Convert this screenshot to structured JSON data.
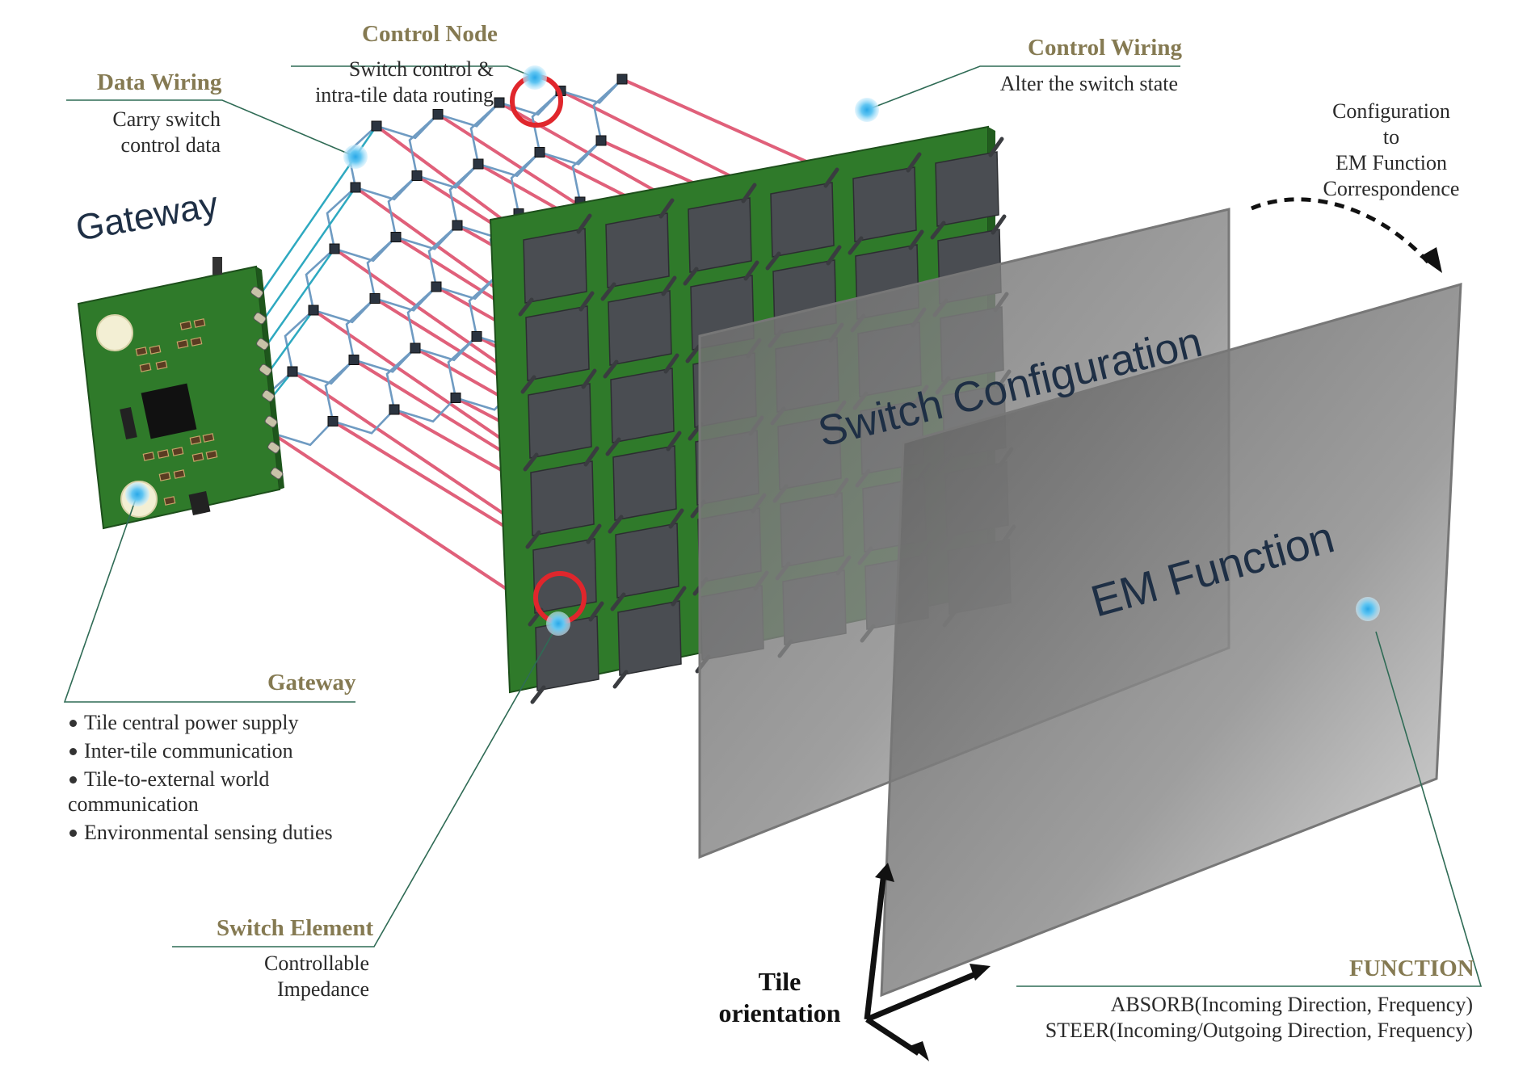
{
  "panel_labels": {
    "switch_configuration": "Switch Configuration",
    "em_function": "EM Function",
    "gateway_board": "Gateway"
  },
  "callouts": {
    "control_node": {
      "title": "Control Node",
      "lines": [
        "Switch control &",
        "intra-tile data routing"
      ]
    },
    "data_wiring": {
      "title": "Data Wiring",
      "lines": [
        "Carry switch",
        "control data"
      ]
    },
    "control_wiring": {
      "title": "Control Wiring",
      "lines": [
        "Alter the switch state"
      ]
    },
    "correspondence": {
      "lines": [
        "Configuration",
        "to",
        "EM Function",
        "Correspondence"
      ]
    },
    "gateway": {
      "title": "Gateway",
      "items": [
        "Tile central power supply",
        "Inter-tile communication",
        "Tile-to-external world",
        "Environmental sensing duties"
      ],
      "continuation": "communication"
    },
    "switch_element": {
      "title": "Switch Element",
      "lines": [
        "Controllable",
        "Impedance"
      ]
    },
    "function": {
      "title": "FUNCTION",
      "line1": "ABSORB(Incoming Direction, Frequency)",
      "line2": "STEER(Incoming/Outgoing Direction, Frequency)"
    },
    "tile_orientation": {
      "lines": [
        "Tile",
        "orientation"
      ]
    }
  },
  "colors": {
    "header_gold": "#857a52",
    "pcb_green": "#2f7a2a",
    "control_wire_pink": "#e0607a",
    "data_wire_teal": "#2ea9c0",
    "grid_blue": "#6f9bc2",
    "marker_red": "#e0262c",
    "panel_grey": "#7d7d7d",
    "callout_line": "#2f6b55"
  }
}
